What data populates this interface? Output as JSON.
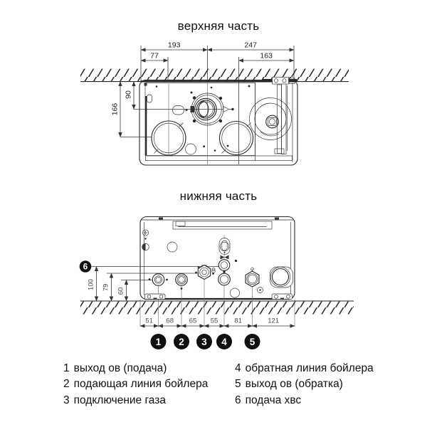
{
  "titles": {
    "top": "верхняя часть",
    "bottom": "нижняя часть"
  },
  "top_view": {
    "dims": {
      "overall_left": "193",
      "overall_right": "247",
      "inner_left": "77",
      "inner_right": "163",
      "flue_depth": "90",
      "opening_depth": "166"
    }
  },
  "bottom_view": {
    "heights": {
      "h1": "100",
      "h2": "79",
      "h3": "60"
    },
    "spacings": [
      "51",
      "68",
      "65",
      "55",
      "81",
      "121"
    ],
    "callouts": [
      "1",
      "2",
      "3",
      "4",
      "5"
    ],
    "callout6": "6"
  },
  "legend": {
    "items": [
      {
        "num": "1",
        "label": "выход ов (подача)"
      },
      {
        "num": "2",
        "label": "подающая линия бойлера"
      },
      {
        "num": "3",
        "label": "подключение газа"
      },
      {
        "num": "4",
        "label": "обратная линия бойлера"
      },
      {
        "num": "5",
        "label": "выход ов (обратка)"
      },
      {
        "num": "6",
        "label": "подача хвс"
      }
    ]
  }
}
